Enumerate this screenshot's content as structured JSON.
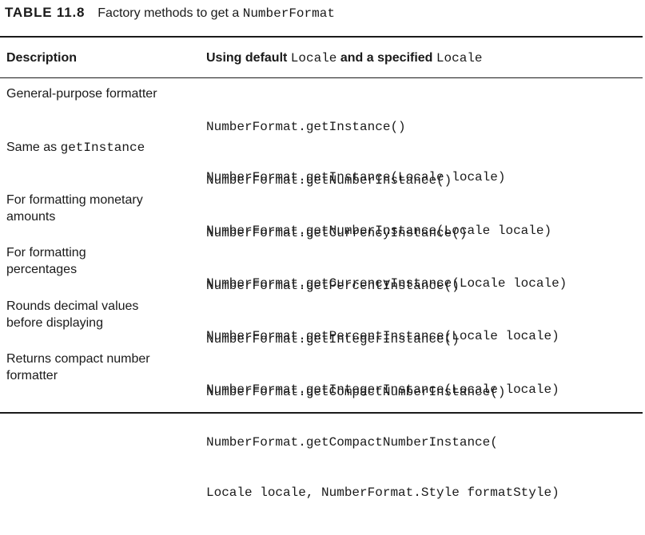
{
  "caption": {
    "label": "TABLE 11.8",
    "text": "Factory methods to get a",
    "code": "NumberFormat"
  },
  "header": {
    "description": "Description",
    "usage_prefix": "Using default",
    "usage_code1": "Locale",
    "usage_mid": "and a specified",
    "usage_code2": "Locale"
  },
  "rows": [
    {
      "desc_lines": [
        "General-purpose formatter"
      ],
      "code_lines": [
        "NumberFormat.getInstance()",
        "NumberFormat.getInstance(Locale locale)"
      ]
    },
    {
      "desc_text": "Same as",
      "desc_code": "getInstance",
      "code_lines": [
        "NumberFormat.getNumberInstance()",
        "NumberFormat.getNumberInstance(Locale locale)"
      ]
    },
    {
      "desc_lines": [
        "For formatting monetary",
        "amounts"
      ],
      "code_lines": [
        "NumberFormat.getCurrencyInstance()",
        "NumberFormat.getCurrencyInstance(Locale locale)"
      ]
    },
    {
      "desc_lines": [
        "For formatting",
        "percentages"
      ],
      "code_lines": [
        "NumberFormat.getPercentInstance()",
        "NumberFormat.getPercentInstance(Locale locale)"
      ]
    },
    {
      "desc_lines": [
        "Rounds decimal values",
        "before displaying"
      ],
      "code_lines": [
        "NumberFormat.getIntegerInstance()",
        "NumberFormat.getIntegerInstance(Locale locale)"
      ]
    },
    {
      "desc_lines": [
        "Returns compact number",
        "formatter"
      ],
      "code_lines": [
        "NumberFormat.getCompactNumberInstance()",
        "NumberFormat.getCompactNumberInstance(",
        "Locale locale, NumberFormat.Style formatStyle)"
      ]
    }
  ]
}
